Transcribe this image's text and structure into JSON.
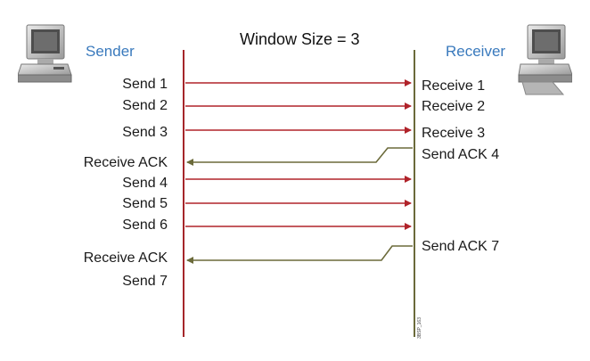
{
  "title": "Window Size = 3",
  "sender_label": "Sender",
  "receiver_label": "Receiver",
  "colors": {
    "send_arrow": "#b0232a",
    "ack_arrow": "#6b6a3a",
    "timeline_sender": "#a5262a",
    "timeline_receiver": "#6b6a3a",
    "role_label": "#3a7abd"
  },
  "icons": {
    "sender_computer": "desktop-computer-icon",
    "receiver_computer": "desktop-computer-icon"
  },
  "sender_events": [
    "Send 1",
    "Send 2",
    "Send 3",
    "Receive ACK",
    "Send 4",
    "Send 5",
    "Send 6",
    "Receive ACK",
    "Send 7"
  ],
  "receiver_events": [
    "Receive 1",
    "Receive 2",
    "Receive 3",
    "Send ACK 4",
    "Send ACK 7"
  ],
  "image_id": "3BSP_163"
}
